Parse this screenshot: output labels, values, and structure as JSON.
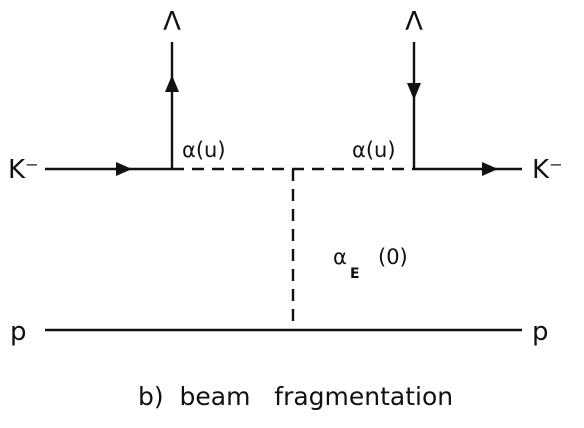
{
  "diagram": {
    "lambda_left": "Λ",
    "lambda_right": "Λ",
    "kminus_left": "K⁻",
    "kminus_right": "K⁻",
    "alpha_left": "α(u)",
    "alpha_right": "α(u)",
    "alpha_e": "α",
    "alpha_e_sub": "E",
    "alpha_e_arg": "(0)",
    "p_left": "p",
    "p_right": "p",
    "caption": "b)  beam   fragmentation"
  }
}
